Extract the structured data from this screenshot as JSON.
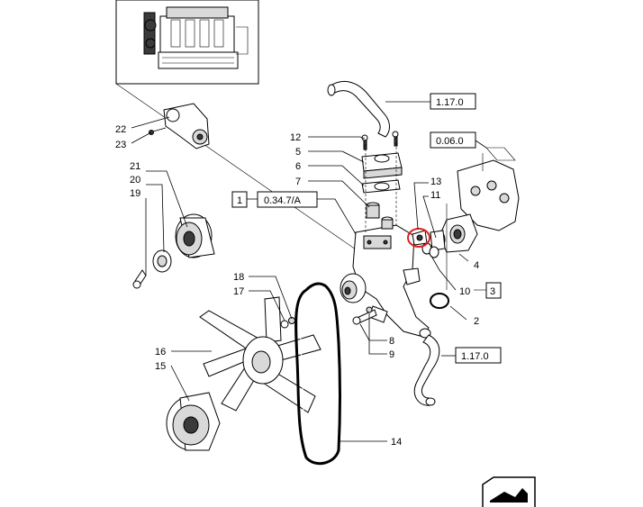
{
  "callouts": {
    "c1": "1",
    "c2": "2",
    "c3": "3",
    "c4": "4",
    "c5": "5",
    "c6": "6",
    "c7": "7",
    "c8": "8",
    "c9": "9",
    "c10": "10",
    "c11": "11",
    "c12": "12",
    "c13": "13",
    "c14": "14",
    "c15": "15",
    "c16": "16",
    "c17": "17",
    "c18": "18",
    "c19": "19",
    "c20": "20",
    "c21": "21",
    "c22": "22",
    "c23": "23"
  },
  "references": {
    "hose_top": "1.17.0",
    "head": "0.06.0",
    "pump_group": "0.34.7/A",
    "hose_bottom": "1.17.0"
  },
  "colors": {
    "highlight": "#e0201b",
    "line": "#000000"
  },
  "icons": {
    "next_page": "page-arrow-icon"
  }
}
